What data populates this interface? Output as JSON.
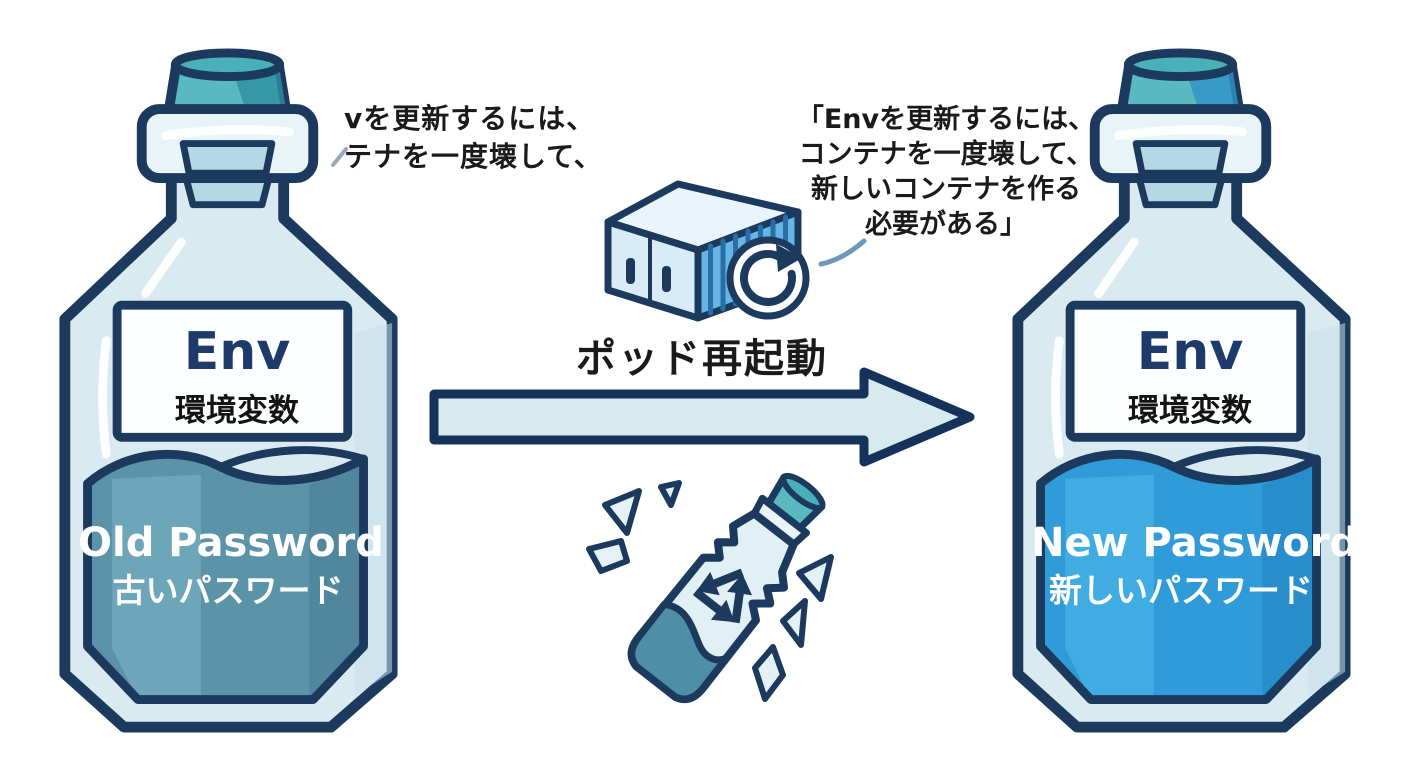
{
  "colors": {
    "outline": "#1c3a5e",
    "glass": "#d9eaf1",
    "glass-light": "#e9f4f8",
    "glass-shadow": "#c6dfe9",
    "cork-top": "#49b0ba",
    "cork": "#5ab8bf",
    "cork-dark": "#2f8fa0",
    "cork-dark-right": "#2f93c9",
    "old-liquid": "#5b93a9",
    "old-liquid-light": "#79b2c4",
    "old-liquid-dark": "#497e94",
    "new-liquid": "#2f9cd9",
    "new-liquid-light": "#4db7e8",
    "new-liquid-dark": "#2183c0",
    "arrow-fill": "#d7eaed",
    "container-top": "#eaf5fb",
    "container-left": "#d8ecf7",
    "container-right": "#66b5e2",
    "container-rib": "#2a6ea8",
    "label-navy": "#1d3a6b",
    "text-dark": "#1a1a1a"
  },
  "left_bottle": {
    "label_title": "Env",
    "label_subtitle": "環境変数",
    "content_line1": "Old Password",
    "content_line2": "古いパスワード"
  },
  "right_bottle": {
    "label_title": "Env",
    "label_subtitle": "環境変数",
    "content_line1": "New Password",
    "content_line2": "新しいパスワード"
  },
  "center": {
    "pod_restart_label": "ポッド再起動",
    "note_left_line1": "vを更新するには、",
    "note_left_line2": "テナを一度壊して、",
    "quote_line1": "「Envを更新するには、",
    "quote_line2": "コンテナを一度壊して、",
    "quote_line3": "新しいコンテナを作る",
    "quote_line4": "必要がある」"
  }
}
